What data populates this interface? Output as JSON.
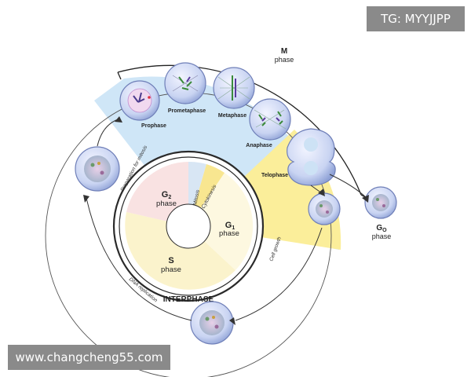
{
  "watermarks": {
    "top": "TG: MYYJJPP",
    "bottom": "www.changcheng55.com"
  },
  "m_phase": {
    "letter": "M",
    "word": "phase"
  },
  "g0_phase": {
    "letter": "G",
    "sub": "O",
    "word": "phase"
  },
  "g1_phase": {
    "letter": "G",
    "sub": "1",
    "word": "phase"
  },
  "g2_phase": {
    "letter": "G",
    "sub": "2",
    "word": "phase"
  },
  "s_phase": {
    "letter": "S",
    "word": "phase"
  },
  "interphase": "INTERPHASE",
  "stages": [
    "Prophase",
    "Prometaphase",
    "Metaphase",
    "Anaphase",
    "Telophase"
  ],
  "arc_labels": {
    "mitosis": "Mitosis",
    "cytokinesis": "Cytokinesis",
    "prep_mitosis": "Preparation for mitosis",
    "cell_growth": "Cell growth",
    "dna_replication": "DNA replication"
  },
  "colors": {
    "m_band": "#cfe6f7",
    "cyto_band": "#fbee9a",
    "g2_sector": "#f9e2e2",
    "s_sector": "#fbf3cc",
    "g1_sector": "#fdf8e0",
    "ring": "#2a2a2a"
  }
}
